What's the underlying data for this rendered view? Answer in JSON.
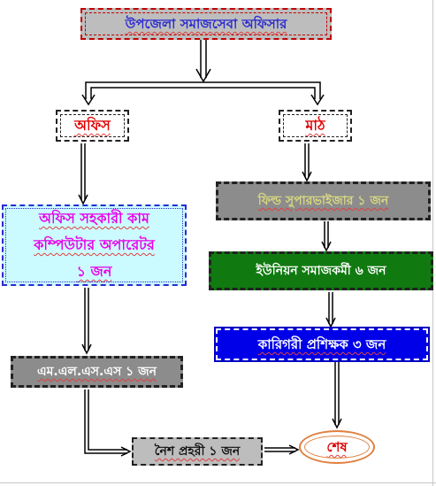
{
  "diagram": {
    "head": "উপজেলা সমাজসেবা অফিসার",
    "office": "অফিস",
    "field": "মাঠ",
    "assistant": [
      "অফিস সহকারী কাম",
      "কম্পিউটার অপারেটর",
      "১  জন"
    ],
    "supervisor": "ফিল্ড সুপারভাইজার ১ জন",
    "worker": "ইউনিয়ন সমাজকর্মী ৬ জন",
    "trainer": "কারিগরী প্রশিক্ষক ৩ জন",
    "mlss": "এম.এল.এস.এস ১ জন",
    "guard": "নৈশ প্রহরী ১ জন",
    "end": "শেষ"
  },
  "colors": {
    "head_text": "#2a2ad0",
    "office_text": "#e00000",
    "assistant_bg": "#ccfbff",
    "assistant_text": "#e800e8",
    "worker_bg": "#107a10",
    "trainer_bg": "#0000e8",
    "gray_bg": "#8c8c8c"
  }
}
